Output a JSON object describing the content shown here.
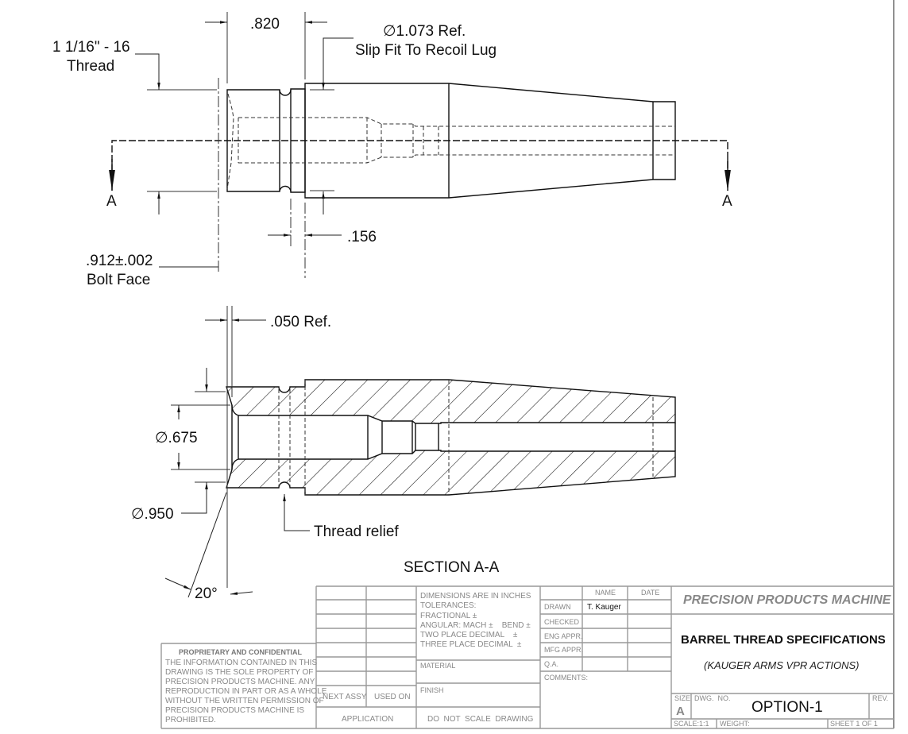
{
  "top_view": {
    "dim_820": ".820",
    "diameter_ref": "∅1.073 Ref.",
    "slip_fit": "Slip Fit To Recoil Lug",
    "thread_line1": "1 1/16\" - 16",
    "thread_line2": "Thread",
    "section_mark_left": "A",
    "section_mark_right": "A",
    "dim_156": ".156",
    "bolt_face_dim": ".912±.002",
    "bolt_face_label": "Bolt Face"
  },
  "section_view": {
    "dim_050": ".050 Ref.",
    "dim_675": "∅.675",
    "dim_950": "∅.950",
    "thread_relief": "Thread relief",
    "angle": "20°",
    "title": "SECTION A-A"
  },
  "title_block": {
    "proprietary_title": "PROPRIETARY AND CONFIDENTIAL",
    "proprietary_lines": [
      "THE INFORMATION CONTAINED IN THIS",
      "DRAWING IS THE SOLE PROPERTY OF",
      "PRECISION PRODUCTS MACHINE.  ANY",
      "REPRODUCTION IN PART OR AS A WHOLE",
      "WITHOUT THE WRITTEN PERMISSION OF",
      "PRECISION PRODUCTS MACHINE IS",
      "PROHIBITED."
    ],
    "next_assy": "NEXT ASSY",
    "used_on": "USED ON",
    "application": "APPLICATION",
    "tolerance_lines": [
      "DIMENSIONS ARE IN INCHES",
      "TOLERANCES:",
      "FRACTIONAL ±",
      "ANGULAR: MACH ±    BEND ±",
      "TWO PLACE DECIMAL    ±",
      "THREE PLACE DECIMAL  ±"
    ],
    "material": "MATERIAL",
    "finish": "FINISH",
    "do_not_scale": "DO  NOT  SCALE  DRAWING",
    "name_header": "NAME",
    "date_header": "DATE",
    "drawn": "DRAWN",
    "drawn_name": "T. Kauger",
    "checked": "CHECKED",
    "eng_appr": "ENG APPR.",
    "mfg_appr": "MFG APPR.",
    "qa": "Q.A.",
    "comments": "COMMENTS:",
    "company": "PRECISION PRODUCTS MACHINE",
    "drawing_title": "BARREL THREAD SPECIFICATIONS",
    "drawing_subtitle": "(KAUGER ARMS VPR ACTIONS)",
    "size_label": "SIZE",
    "size_value": "A",
    "dwg_no_label": "DWG.  NO.",
    "dwg_no": "OPTION-1",
    "rev_label": "REV.",
    "scale": "SCALE:1:1",
    "weight": "WEIGHT:",
    "sheet": "SHEET 1 OF 1"
  }
}
